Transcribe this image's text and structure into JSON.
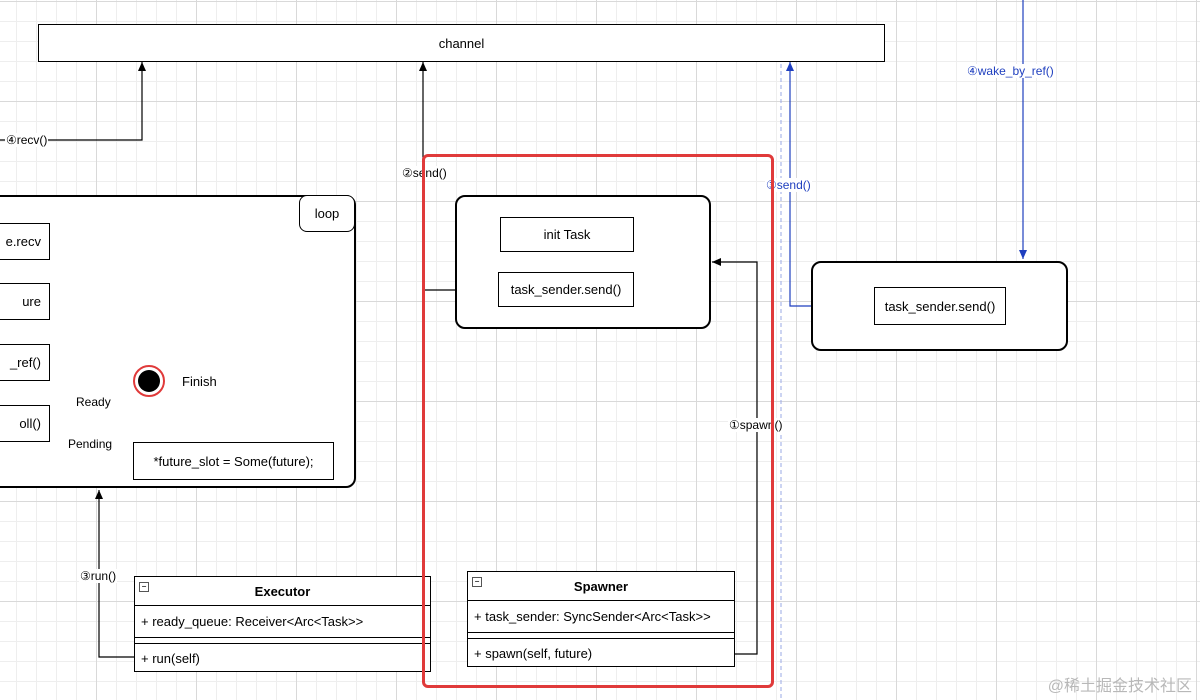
{
  "channel": {
    "label": "channel"
  },
  "loop": {
    "label": "loop",
    "items": [
      "e.recv",
      "ure",
      "_ref()",
      "oll()"
    ],
    "branch_ready": "Ready",
    "branch_pending": "Pending",
    "finish_label": "Finish",
    "future_slot": "*future_slot = Some(future);"
  },
  "spawner_group": {
    "init_task": "init Task",
    "task_sender_send": "task_sender.send()"
  },
  "waker_group": {
    "task_sender_send": "task_sender.send()"
  },
  "edges": {
    "recv": "④recv()",
    "send2": "②send()",
    "send3": "③send()",
    "wake_by_ref": "④wake_by_ref()",
    "spawn": "①spawn()",
    "run": "③run()"
  },
  "executor": {
    "title": "Executor",
    "field": "+ ready_queue: Receiver<Arc<Task>>",
    "method": "+ run(self)"
  },
  "spawner": {
    "title": "Spawner",
    "field": "+ task_sender: SyncSender<Arc<Task>>",
    "method": "+ spawn(self, future)"
  },
  "collapse_glyph": "−",
  "watermark": "@稀土掘金技术社区",
  "colors": {
    "highlight_frame": "#e03a3a",
    "blue_edge": "#1f3fbf"
  }
}
